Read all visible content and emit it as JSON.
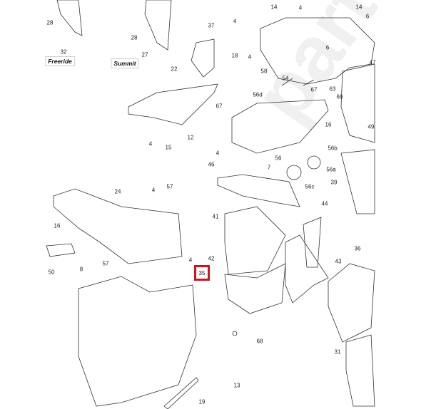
{
  "variants": {
    "freeride": "Freeride",
    "summit": "Summit"
  },
  "highlighted_part": "35",
  "watermark": "partsonline.ru",
  "labels": [
    "28",
    "32",
    "28",
    "27",
    "37",
    "22",
    "4",
    "15",
    "12",
    "46",
    "24",
    "4",
    "57",
    "14",
    "4",
    "14",
    "6",
    "4",
    "18",
    "4",
    "58",
    "6",
    "54",
    "56d",
    "67",
    "63",
    "69",
    "67",
    "47",
    "16",
    "49",
    "56b",
    "56",
    "7",
    "4",
    "56a",
    "39",
    "56c",
    "44",
    "16",
    "50",
    "8",
    "57",
    "41",
    "4",
    "42",
    "43",
    "36",
    "68",
    "13",
    "19",
    "31"
  ]
}
